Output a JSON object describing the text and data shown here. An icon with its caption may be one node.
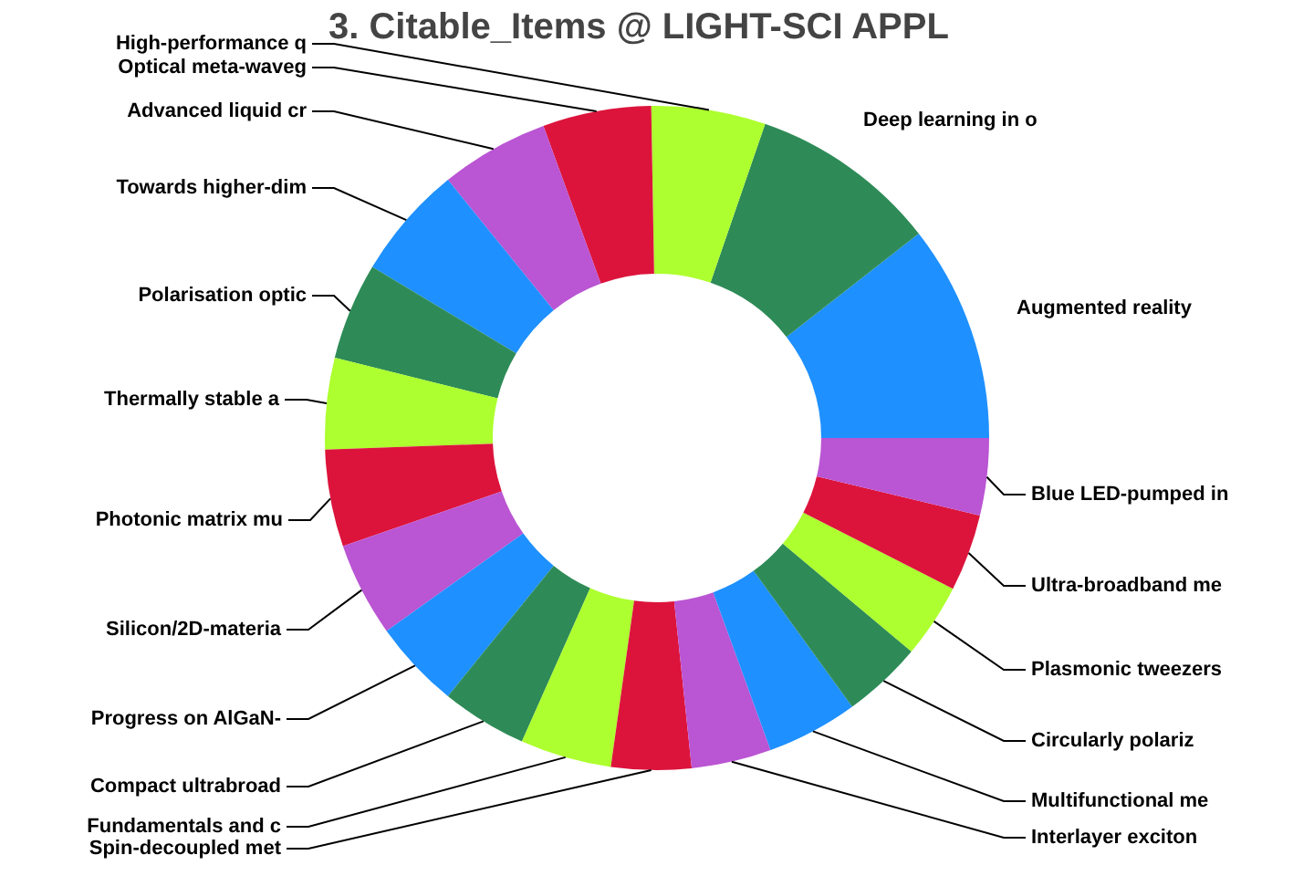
{
  "diagram": {
    "title": "3. Citable_Items @ LIGHT-SCI APPL",
    "nodes": [
      {
        "text": [
          "Augmented reality"
        ]
      },
      {
        "text": [
          "Deep learning in o"
        ]
      },
      {
        "text": [
          "High-performance q"
        ]
      },
      {
        "text": [
          "Optical meta-waveg"
        ]
      },
      {
        "text": [
          "Advanced liquid cr"
        ]
      },
      {
        "text": [
          "Towards higher-dim"
        ]
      },
      {
        "text": [
          "Polarisation optic"
        ]
      },
      {
        "text": [
          "Thermally stable a"
        ]
      },
      {
        "text": [
          "Photonic matrix mu"
        ]
      },
      {
        "text": [
          "Silicon/2D-materia"
        ]
      },
      {
        "text": [
          "Progress on AlGaN-"
        ]
      },
      {
        "text": [
          "Compact ultrabroad"
        ]
      },
      {
        "text": [
          "Fundamentals and c"
        ]
      },
      {
        "text": [
          "Spin-decoupled met"
        ]
      },
      {
        "text": [
          "Interlayer exciton"
        ]
      },
      {
        "text": [
          "Multifunctional me"
        ]
      },
      {
        "text": [
          "Circularly polariz"
        ]
      },
      {
        "text": [
          "Plasmonic tweezers"
        ]
      },
      {
        "text": [
          "Ultra-broadband me"
        ]
      },
      {
        "text": [
          "Blue LED-pumped in"
        ]
      },
      {
        "text": [],
        "shape": "wedge"
      },
      {
        "text": [],
        "shape": "wedge"
      },
      {
        "text": [],
        "shape": "wedge"
      },
      {
        "text": [],
        "shape": "wedge"
      },
      {
        "text": [],
        "shape": "wedge"
      },
      {
        "text": [],
        "shape": "wedge"
      },
      {
        "text": [],
        "shape": "wedge"
      },
      {
        "text": [],
        "shape": "wedge"
      },
      {
        "text": [],
        "shape": "wedge"
      },
      {
        "text": [],
        "shape": "wedge"
      },
      {
        "text": [],
        "shape": "wedge"
      },
      {
        "text": [],
        "shape": "wedge"
      },
      {
        "text": [],
        "shape": "wedge"
      },
      {
        "text": [],
        "shape": "wedge"
      },
      {
        "text": [],
        "shape": "wedge"
      },
      {
        "text": [],
        "shape": "wedge"
      },
      {
        "text": [],
        "shape": "wedge"
      },
      {
        "text": [],
        "shape": "wedge"
      },
      {
        "text": [],
        "shape": "wedge"
      },
      {
        "text": [],
        "shape": "wedge"
      }
    ],
    "edges": [
      {
        "from": 2,
        "to": 22,
        "arrow": "none"
      },
      {
        "from": 3,
        "to": 23,
        "arrow": "none"
      },
      {
        "from": 4,
        "to": 24,
        "arrow": "none"
      },
      {
        "from": 5,
        "to": 25,
        "arrow": "none"
      },
      {
        "from": 6,
        "to": 26,
        "arrow": "none"
      },
      {
        "from": 7,
        "to": 27,
        "arrow": "none"
      },
      {
        "from": 8,
        "to": 28,
        "arrow": "none"
      },
      {
        "from": 9,
        "to": 29,
        "arrow": "none"
      },
      {
        "from": 10,
        "to": 30,
        "arrow": "none"
      },
      {
        "from": 11,
        "to": 31,
        "arrow": "none"
      },
      {
        "from": 12,
        "to": 32,
        "arrow": "none"
      },
      {
        "from": 13,
        "to": 33,
        "arrow": "none"
      },
      {
        "from": 14,
        "to": 34,
        "arrow": "none"
      },
      {
        "from": 15,
        "to": 35,
        "arrow": "none"
      },
      {
        "from": 16,
        "to": 36,
        "arrow": "none"
      },
      {
        "from": 17,
        "to": 37,
        "arrow": "none"
      },
      {
        "from": 18,
        "to": 38,
        "arrow": "none"
      },
      {
        "from": 19,
        "to": 39,
        "arrow": "none"
      }
    ]
  }
}
